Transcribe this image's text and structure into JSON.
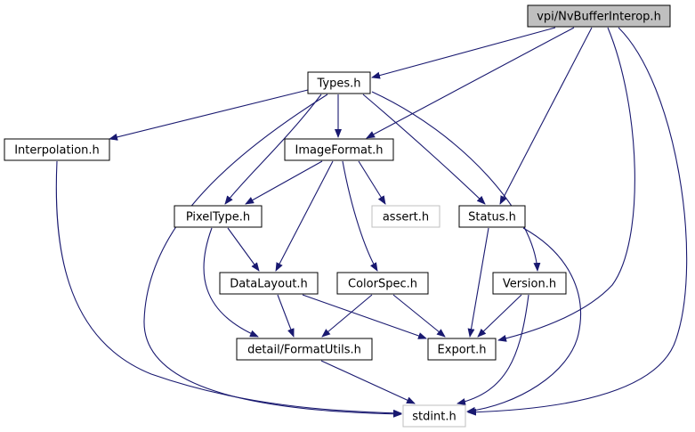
{
  "diagram": {
    "colors": {
      "edge": "#191970",
      "node_border": "#000000",
      "node_fill": "#ffffff",
      "root_fill": "#bfbfbf",
      "external_border": "#bfbfbf"
    },
    "nodes": {
      "root": {
        "label": "vpi/NvBufferInterop.h",
        "kind": "root"
      },
      "types": {
        "label": "Types.h",
        "kind": "normal"
      },
      "interpolation": {
        "label": "Interpolation.h",
        "kind": "normal"
      },
      "imageformat": {
        "label": "ImageFormat.h",
        "kind": "normal"
      },
      "pixeltype": {
        "label": "PixelType.h",
        "kind": "normal"
      },
      "assert": {
        "label": "assert.h",
        "kind": "external"
      },
      "status": {
        "label": "Status.h",
        "kind": "normal"
      },
      "datalayout": {
        "label": "DataLayout.h",
        "kind": "normal"
      },
      "colorspec": {
        "label": "ColorSpec.h",
        "kind": "normal"
      },
      "version": {
        "label": "Version.h",
        "kind": "normal"
      },
      "formatutils": {
        "label": "detail/FormatUtils.h",
        "kind": "normal"
      },
      "export": {
        "label": "Export.h",
        "kind": "normal"
      },
      "stdint": {
        "label": "stdint.h",
        "kind": "external"
      }
    },
    "edges": [
      {
        "from": "root",
        "to": "types"
      },
      {
        "from": "root",
        "to": "imageformat"
      },
      {
        "from": "root",
        "to": "status"
      },
      {
        "from": "root",
        "to": "export"
      },
      {
        "from": "root",
        "to": "stdint"
      },
      {
        "from": "types",
        "to": "interpolation"
      },
      {
        "from": "types",
        "to": "imageformat"
      },
      {
        "from": "types",
        "to": "pixeltype"
      },
      {
        "from": "types",
        "to": "status"
      },
      {
        "from": "types",
        "to": "version"
      },
      {
        "from": "types",
        "to": "stdint"
      },
      {
        "from": "interpolation",
        "to": "stdint"
      },
      {
        "from": "imageformat",
        "to": "pixeltype"
      },
      {
        "from": "imageformat",
        "to": "assert"
      },
      {
        "from": "imageformat",
        "to": "datalayout"
      },
      {
        "from": "imageformat",
        "to": "colorspec"
      },
      {
        "from": "pixeltype",
        "to": "datalayout"
      },
      {
        "from": "pixeltype",
        "to": "formatutils"
      },
      {
        "from": "status",
        "to": "export"
      },
      {
        "from": "status",
        "to": "stdint"
      },
      {
        "from": "datalayout",
        "to": "formatutils"
      },
      {
        "from": "datalayout",
        "to": "export"
      },
      {
        "from": "colorspec",
        "to": "formatutils"
      },
      {
        "from": "colorspec",
        "to": "export"
      },
      {
        "from": "version",
        "to": "export"
      },
      {
        "from": "version",
        "to": "stdint"
      },
      {
        "from": "formatutils",
        "to": "stdint"
      }
    ]
  }
}
